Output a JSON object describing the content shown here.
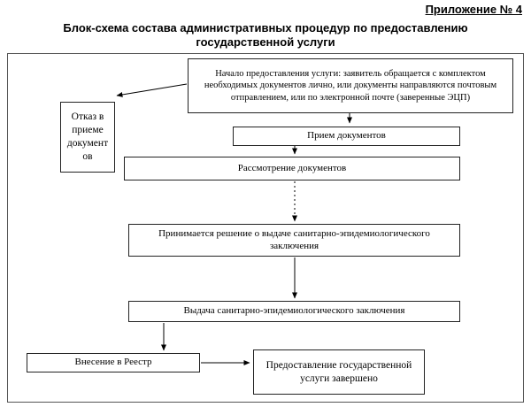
{
  "page": {
    "appendix_label": "Приложение № 4",
    "title": "Блок-схема состава административных процедур по предоставлению государственной услуги"
  },
  "diagram": {
    "nodes": {
      "start": {
        "label": "Начало предоставления услуги: заявитель обращается с комплектом необходимых документов лично, или документы направляются почтовым отправлением, или по электронной почте (заверенные ЭЦП)"
      },
      "refusal": {
        "label": "Отказ в приеме документов"
      },
      "reception": {
        "label": "Прием документов"
      },
      "review": {
        "label": "Рассмотрение документов"
      },
      "decision": {
        "label": "Принимается решение о выдаче санитарно-эпидемиологического заключения"
      },
      "issuance": {
        "label": "Выдача санитарно-эпидемиологического заключения"
      },
      "register": {
        "label": "Внесение в Реестр"
      },
      "completion": {
        "label": "Предоставление государственной услуги завершено"
      }
    },
    "edges": [
      {
        "from": "start",
        "to": "refusal",
        "style": "solid"
      },
      {
        "from": "start",
        "to": "reception",
        "style": "solid"
      },
      {
        "from": "reception",
        "to": "review",
        "style": "solid"
      },
      {
        "from": "review",
        "to": "decision",
        "style": "dotted"
      },
      {
        "from": "decision",
        "to": "issuance",
        "style": "solid"
      },
      {
        "from": "issuance",
        "to": "register",
        "style": "solid"
      },
      {
        "from": "register",
        "to": "completion",
        "style": "solid"
      }
    ],
    "colors": {
      "line": "#000000",
      "box_border": "#222222",
      "background": "#ffffff"
    }
  }
}
